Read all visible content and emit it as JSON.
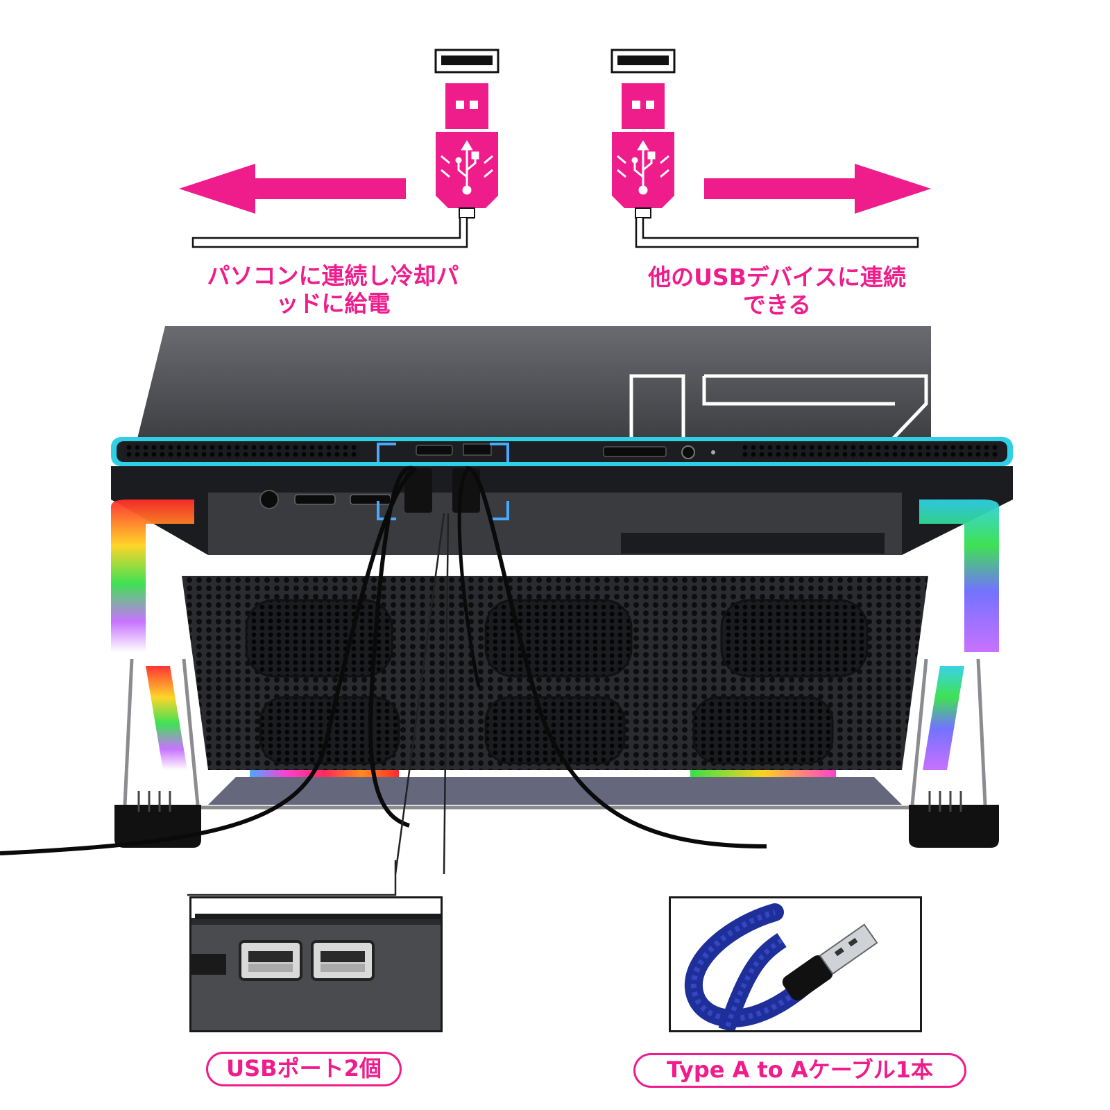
{
  "labels": {
    "left_caption_line1": "パソコンに連続し冷却パ",
    "left_caption_line2": "ッドに給電",
    "right_caption_line1": "他のUSBデバイスに連続",
    "right_caption_line2": "できる",
    "usb_ports": "USBポート2個",
    "cable": "Type A to Aケーブル1本"
  },
  "colors": {
    "accent": "#ef1c8c",
    "blue_cable": "#1f2f9a",
    "led_cyan": "#2fd0e6"
  },
  "icons": [
    "usb-plug-icon",
    "usb-symbol-icon",
    "arrow-left-icon",
    "arrow-right-icon"
  ]
}
